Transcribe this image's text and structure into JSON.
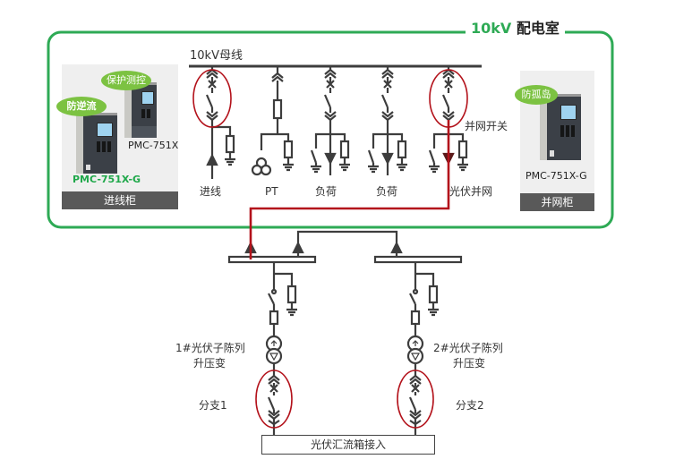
{
  "diagram": {
    "room_title": {
      "voltage": "10kV",
      "name": "配电室"
    },
    "busbar_label": "10kV母线",
    "feeders": [
      {
        "label": "进线",
        "type": "incoming"
      },
      {
        "label": "PT",
        "type": "pt"
      },
      {
        "label": "负荷",
        "type": "load"
      },
      {
        "label": "负荷",
        "type": "load"
      },
      {
        "label": "光伏并网",
        "type": "pv-grid",
        "switch_label": "并网开关"
      }
    ],
    "incoming_cabinet": {
      "footer": "进线柜",
      "devices": [
        {
          "model": "PMC-751X-G",
          "badge": "防逆流"
        },
        {
          "model": "PMC-751X",
          "badge": "保护测控"
        }
      ]
    },
    "grid_cabinet": {
      "footer": "并网柜",
      "devices": [
        {
          "model": "PMC-751X-G",
          "badge": "防孤岛"
        }
      ]
    },
    "pv_branches": [
      {
        "transformer_label_line1": "1#光伏子陈列",
        "transformer_label_line2": "升压变",
        "branch_label": "分支1"
      },
      {
        "transformer_label_line1": "2#光伏子陈列",
        "transformer_label_line2": "升压变",
        "branch_label": "分支2"
      }
    ],
    "combiner_box": "光伏汇流箱接入",
    "colors": {
      "room_border": "#2eaa55",
      "pv_line": "#b3121b",
      "highlight_ellipse": "#b3121b",
      "line": "#3d3d3d",
      "badge": "#7cc242",
      "footer": "#595959"
    }
  }
}
